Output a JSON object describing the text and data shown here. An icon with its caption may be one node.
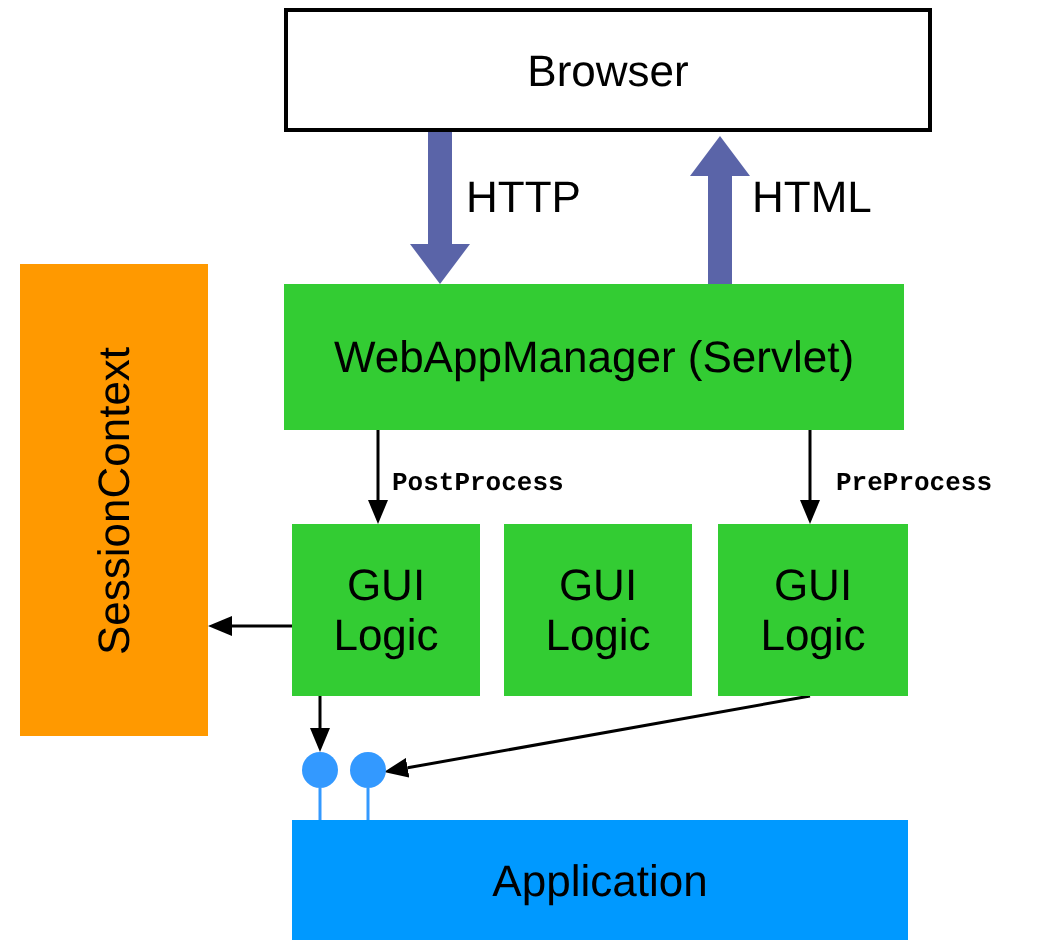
{
  "diagram": {
    "nodes": [
      {
        "text": [
          "Browser"
        ]
      },
      {
        "text": [
          "SessionContext"
        ]
      },
      {
        "text": [
          "WebAppManager (Servlet)"
        ]
      },
      {
        "text": [
          "GUI Logic"
        ]
      },
      {
        "text": [
          "GUI Logic"
        ]
      },
      {
        "text": [
          "GUI Logic"
        ]
      },
      {
        "text": [],
        "shape": "circle"
      },
      {
        "text": [],
        "shape": "circle"
      },
      {
        "text": [
          "Application"
        ]
      }
    ],
    "edges": [
      {
        "from": 0,
        "to": 2,
        "arrow": "to",
        "label": "HTTP",
        "style": "thick",
        "color": "#5a64a8"
      },
      {
        "from": 2,
        "to": 0,
        "arrow": "to",
        "label": "HTML",
        "style": "thick",
        "color": "#5a64a8"
      },
      {
        "from": 2,
        "to": 3,
        "arrow": "to",
        "label": "PostProcess"
      },
      {
        "from": 2,
        "to": 5,
        "arrow": "to",
        "label": "PreProcess"
      },
      {
        "from": 3,
        "to": 1,
        "arrow": "to"
      },
      {
        "from": 3,
        "to": 6,
        "arrow": "to"
      },
      {
        "from": 5,
        "to": 7,
        "arrow": "to"
      },
      {
        "from": 6,
        "to": 8,
        "arrow": "none",
        "color": "#3399ff"
      },
      {
        "from": 7,
        "to": 8,
        "arrow": "none",
        "color": "#3399ff"
      }
    ]
  }
}
